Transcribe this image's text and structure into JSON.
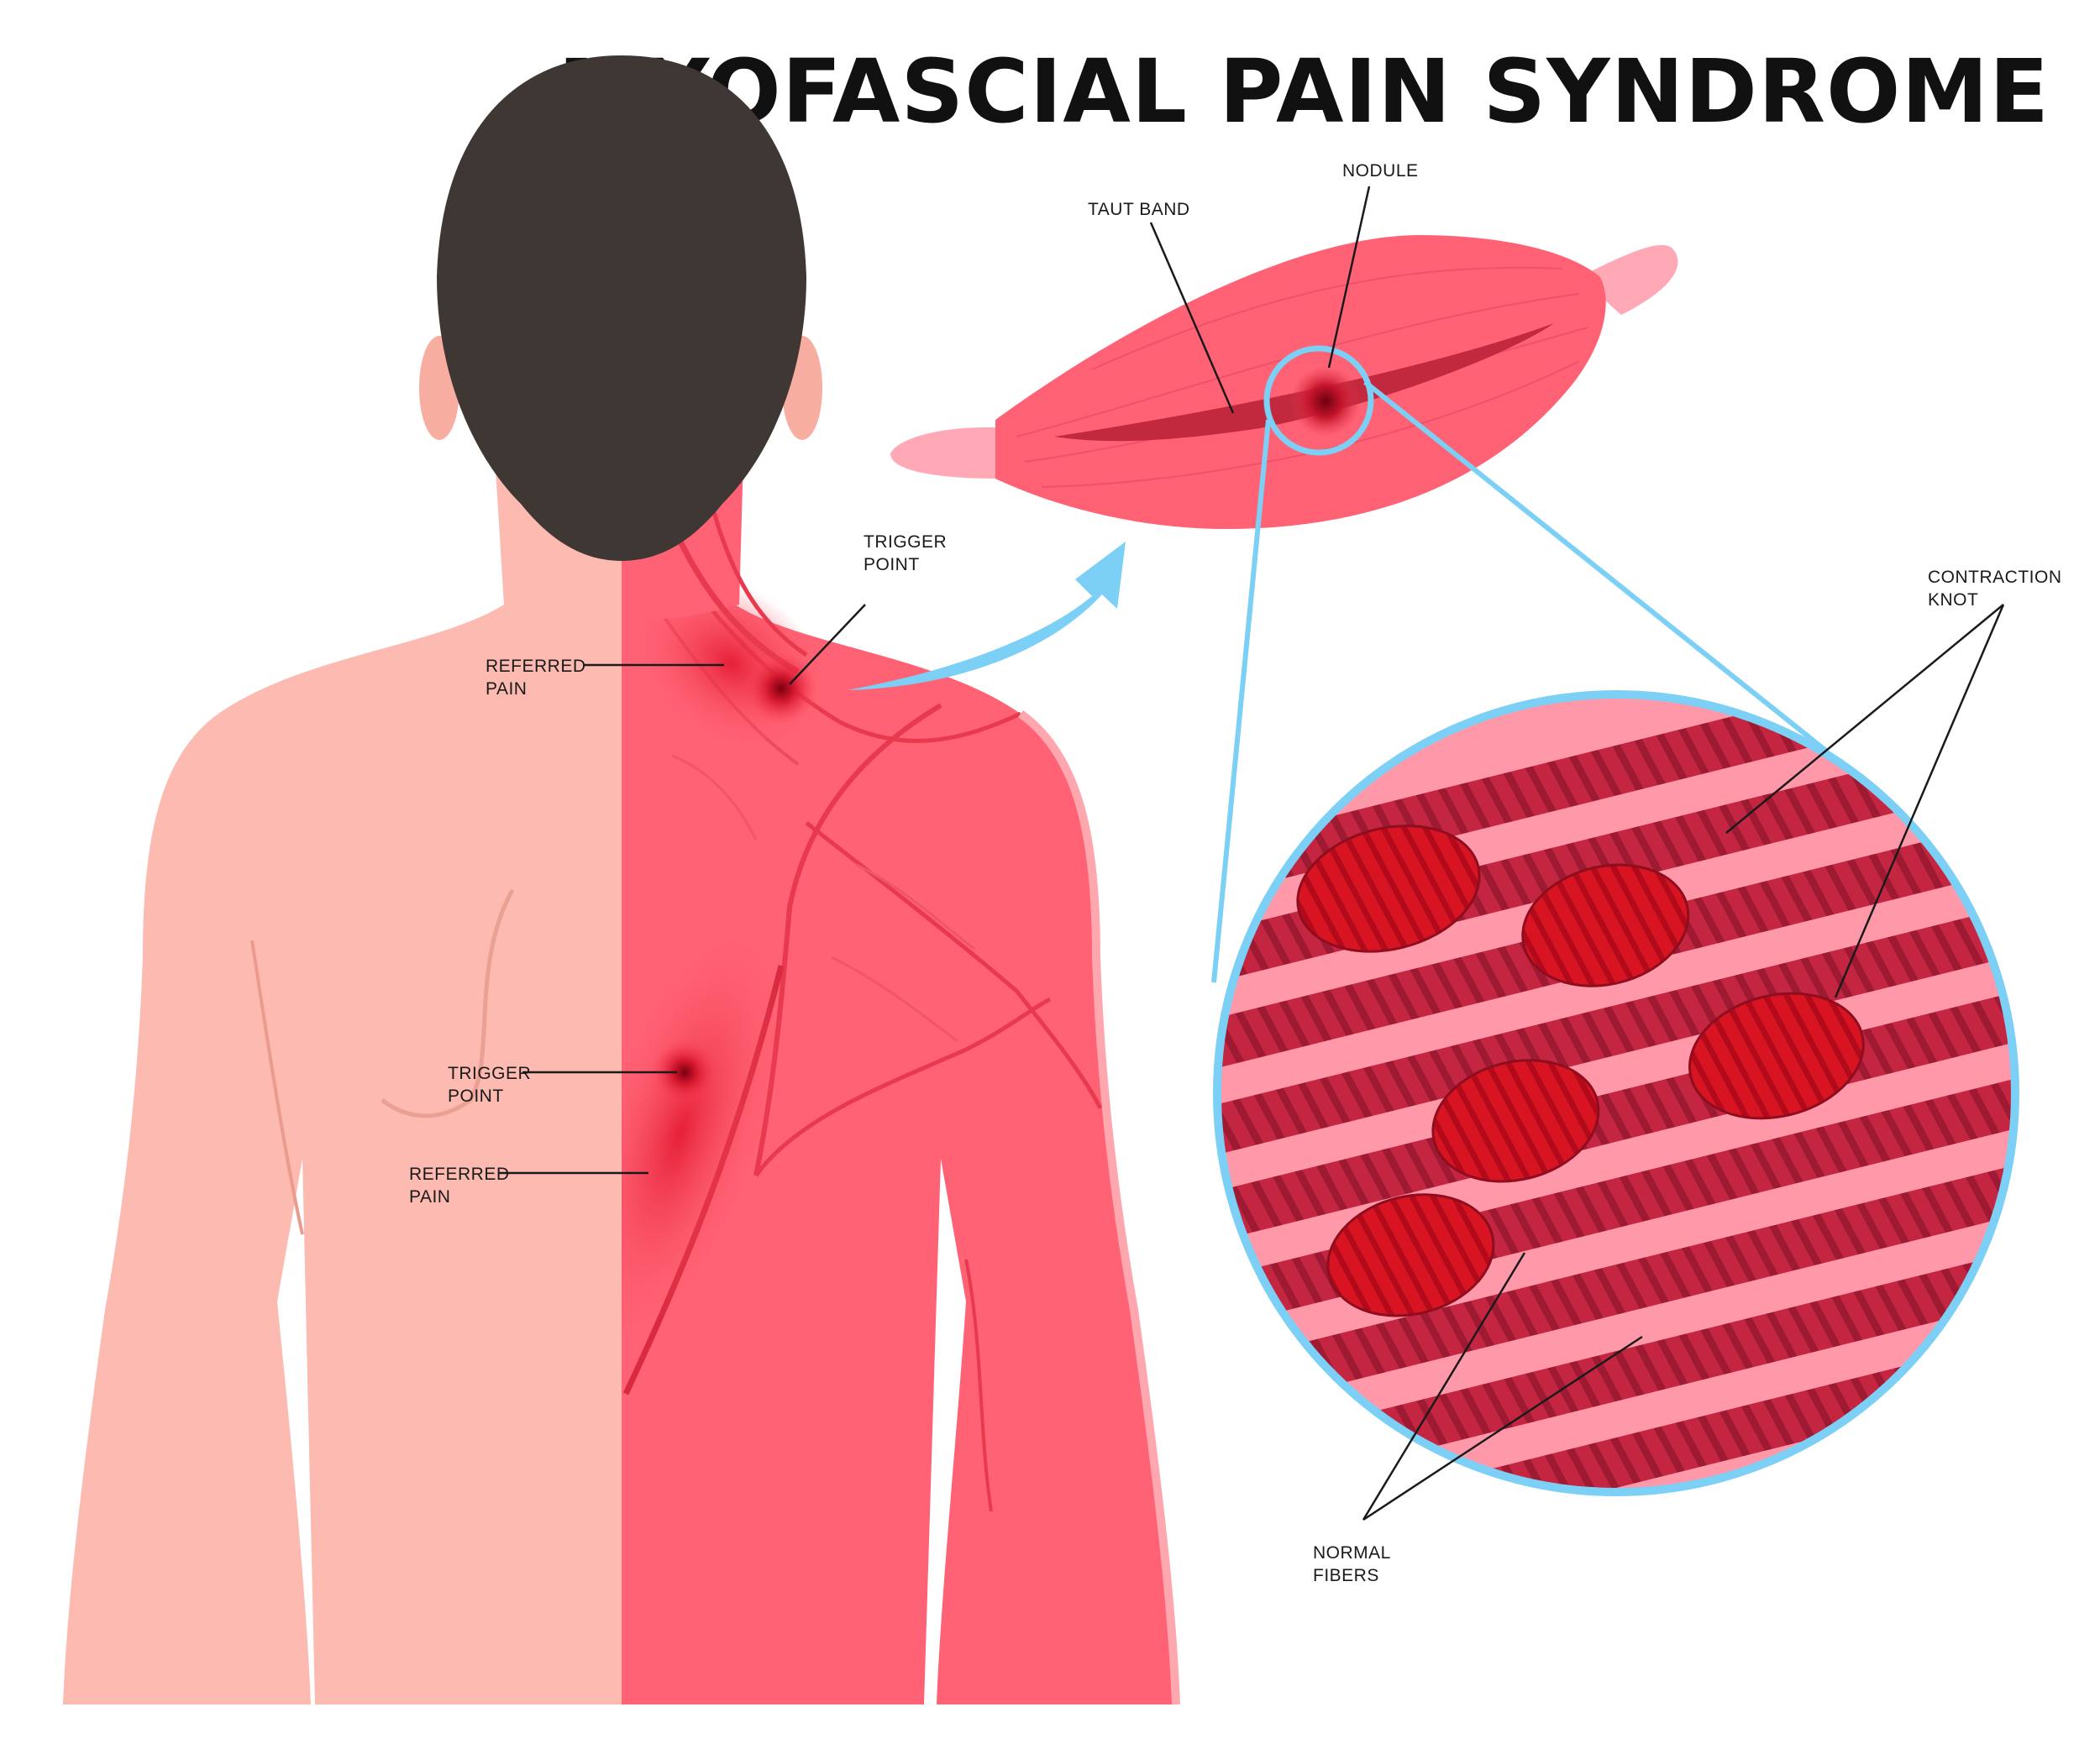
{
  "title": "MYOFASCIAL PAIN SYNDROME",
  "labels": {
    "nodule": "NODULE",
    "taut_band": "TAUT BAND",
    "trigger_point_top": "TRIGGER\nPOINT",
    "referred_pain_top": "REFERRED\nPAIN",
    "contraction_knot": "CONTRACTION\nKNOT",
    "trigger_point_back": "TRIGGER\nPOINT",
    "referred_pain_back": "REFERRED\nPAIN",
    "normal_fibers": "NORMAL\nFIBERS"
  },
  "colors": {
    "skin": "#fcbab0",
    "muscle": "#ff6274",
    "muscle_dark": "#e8394f",
    "hair": "#3f3733",
    "tendon": "#ffa9b7",
    "fiber_dark": "#b01e38",
    "knot": "#cc0a1a",
    "magnifier": "#7ccff5"
  }
}
